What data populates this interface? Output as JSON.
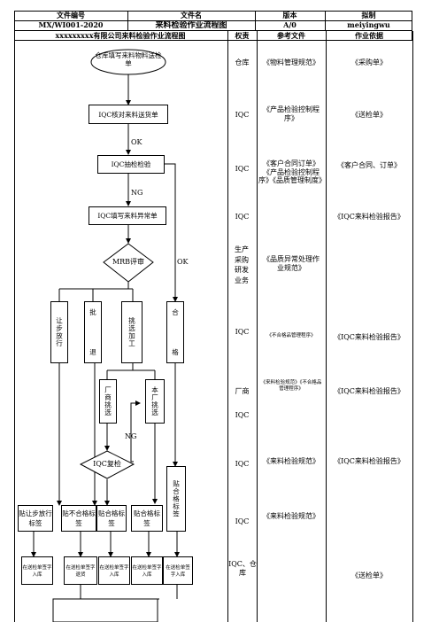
{
  "header": {
    "col_labels": [
      "文件编号",
      "文件名",
      "版本",
      "拟制"
    ],
    "col_values": [
      "MX/WI001-2020",
      "来料检验作业流程图",
      "A/0",
      "meiyingwu"
    ],
    "sub_title": "xxxxxxxxx有限公司来料检验作业流程图",
    "sub_cols": [
      "权责",
      "参考文件",
      "作业依据"
    ]
  },
  "flow": {
    "start": "仓库填写来料物料送检单",
    "step_check": "IQC核对来料送货单",
    "ok1": "OK",
    "step_sample": "IQC抽检检验",
    "ng1": "NG",
    "step_abnormal": "IQC填写来料异常单",
    "mrb": "MRB评审",
    "ok2": "OK",
    "b1": "让步放行",
    "b2_top": "批",
    "b2_bottom": "退",
    "b3": "挑选加工",
    "b4_top": "合",
    "b4_bottom": "格",
    "factory_pick": "厂商挑选",
    "own_pick": "本厂挑选",
    "ng2": "NG",
    "recheck": "IQC复检",
    "label_good_tall": "贴合格标签",
    "label1": "贴让步放行标签",
    "label2": "贴不合格标签",
    "label3": "贴合格标签",
    "label4": "贴合格标签",
    "sign1": "在送检单签字入库",
    "sign2": "在送检单签字退货",
    "sign3": "在送检单签字入库",
    "sign4": "在送检单签字入库",
    "sign5": "在送检单签字入库"
  },
  "rows": [
    {
      "resp": "仓库",
      "ref": "《物料管理规范》",
      "basis": "《采购单》"
    },
    {
      "resp": "IQC",
      "ref": "《产品检验控制程序》",
      "basis": "《送检单》"
    },
    {
      "resp": "IQC",
      "ref": "《客户合同订单》《产品检验控制程序》《品质管理制度》",
      "basis": "《客户合同、订单》"
    },
    {
      "resp": "IQC",
      "ref": "",
      "basis": "《IQC来料检验报告》"
    },
    {
      "resp": "生产采购研发业务",
      "ref": "《品质异常处理作业规范》",
      "basis": ""
    },
    {
      "resp": "IQC",
      "ref": "《不合格品管理程序》",
      "basis": "《IQC来料检验报告》"
    },
    {
      "resp": "厂商",
      "ref": "《来料检验规范》《不合格品管理程序》",
      "basis": "《IQC来料检验报告》"
    },
    {
      "resp": "IQC",
      "ref": "",
      "basis": ""
    },
    {
      "resp": "IQC",
      "ref": "《来料检验规范》",
      "basis": "《IQC来料检验报告》"
    },
    {
      "resp": "IQC",
      "ref": "《来料检验规范》",
      "basis": ""
    },
    {
      "resp": "IQC、仓库",
      "ref": "",
      "basis": "《送检单》"
    }
  ]
}
